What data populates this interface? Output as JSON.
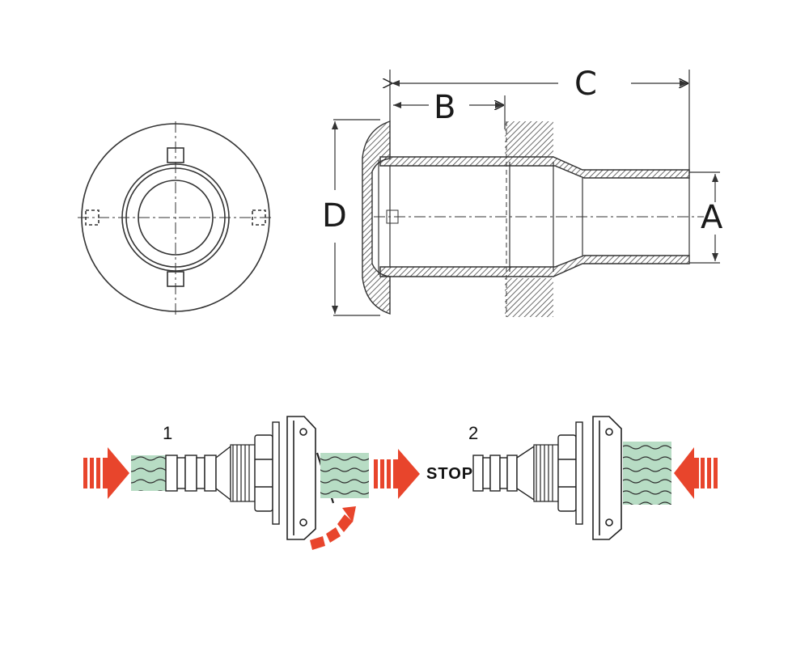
{
  "dimensions": {
    "a": "A",
    "b": "B",
    "c": "C",
    "d": "D"
  },
  "steps": {
    "step1": "1",
    "step2": "2",
    "stop": "STOP"
  },
  "colors": {
    "line": "#333333",
    "hatch": "#444444",
    "water": "#b7dcc4",
    "arrow": "#e8452c"
  }
}
